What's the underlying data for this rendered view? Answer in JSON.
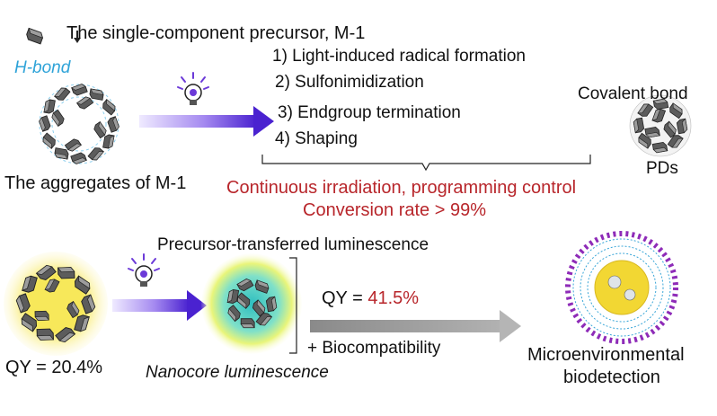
{
  "header": {
    "precursor_label": "The single-component precursor, M-1"
  },
  "top_row": {
    "hbond_label": "H-bond",
    "aggregates_label": "The aggregates of M-1",
    "steps": [
      "1) Light-induced radical formation",
      "2) Sulfonimidization",
      "3) Endgroup termination",
      "4) Shaping"
    ],
    "covalent_label": "Covalent bond",
    "pds_label": "PDs",
    "conditions_line1": "Continuous irradiation, programming control",
    "conditions_line2": "Conversion rate > 99%"
  },
  "bottom_row": {
    "qy_left": "QY = 20.4%",
    "precursor_lum_label": "Precursor-transferred luminescence",
    "nanocore_lum_label": "Nanocore luminescence",
    "qy_mid_prefix": "QY = ",
    "qy_mid_value": "41.5%",
    "biocompat_label": "+ Biocompatibility",
    "micro_line1": "Microenvironmental",
    "micro_line2": "biodetection"
  },
  "colors": {
    "accent_red": "#b8262b",
    "hbond_blue": "#2ea3d8",
    "arrow_purple": "#5a2fd8",
    "arrow_grey": "#9a9a9a",
    "glow_yellow": "#f4e34a",
    "glow_cyan": "#39c9c4",
    "micelle_purple": "#8e2bb8"
  },
  "icons": [
    "m1-brick-icon",
    "lightbulb-icon",
    "lightbulb-icon-2"
  ]
}
